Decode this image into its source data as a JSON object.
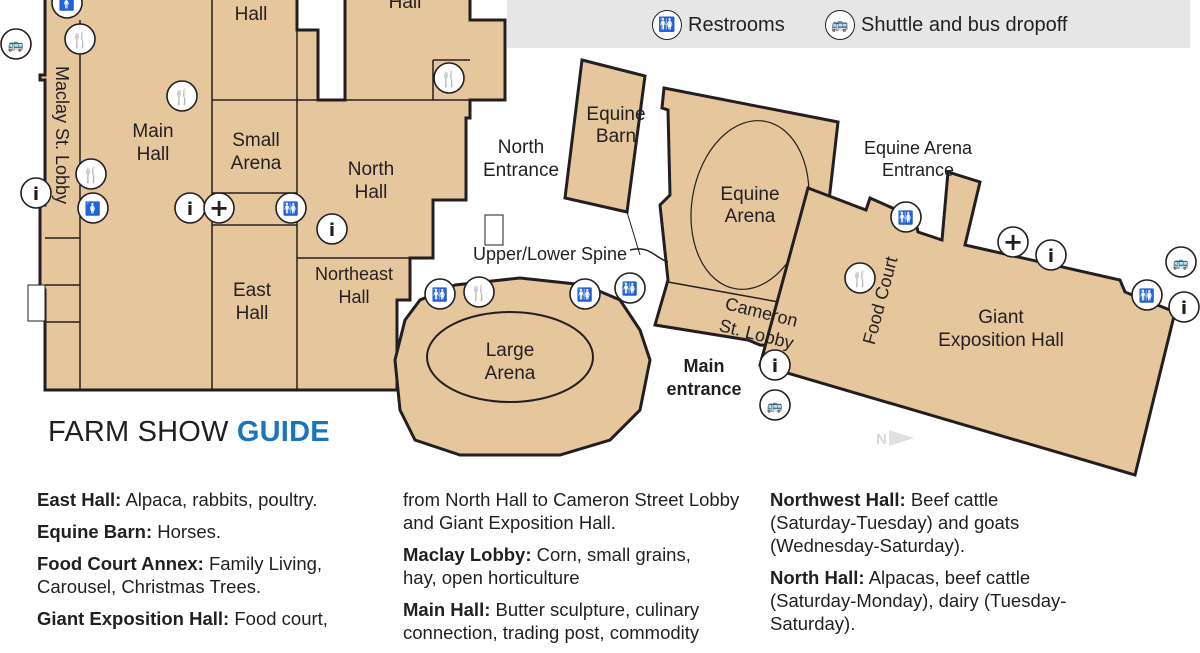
{
  "legend": {
    "restrooms": "Restrooms",
    "shuttle": "Shuttle and bus dropoff"
  },
  "map": {
    "northwest_hall_partial": "Hall",
    "north_annex_partial": "Hall",
    "maclay_lobby": "Maclay St. Lobby",
    "main_hall": [
      "Main",
      "Hall"
    ],
    "small_arena": [
      "Small",
      "Arena"
    ],
    "north_hall": [
      "North",
      "Hall"
    ],
    "east_hall": [
      "East",
      "Hall"
    ],
    "northeast_hall": [
      "Northeast",
      "Hall"
    ],
    "north_entrance": [
      "North",
      "Entrance"
    ],
    "spine": "Upper/Lower Spine",
    "large_arena": [
      "Large",
      "Arena"
    ],
    "equine_barn": [
      "Equine",
      "Barn"
    ],
    "equine_arena": [
      "Equine",
      "Arena"
    ],
    "equine_arena_entrance": [
      "Equine Arena",
      "Entrance"
    ],
    "cameron_lobby": [
      "Cameron",
      "St. Lobby"
    ],
    "main_entrance": [
      "Main",
      "entrance"
    ],
    "food_court": "Food Court",
    "giant_expo": [
      "Giant",
      "Exposition Hall"
    ],
    "north_arrow": "N"
  },
  "guide_title": {
    "prefix": "FARM SHOW",
    "highlight": "GUIDE"
  },
  "guide": {
    "col1": [
      {
        "name": "East Hall:",
        "text": "Alpaca, rabbits, poultry."
      },
      {
        "name": "Equine Barn:",
        "text": "Horses."
      },
      {
        "name": "Food Court Annex:",
        "text": "Family Living, Carousel, Christmas Trees."
      },
      {
        "name": "Giant Exposition Hall:",
        "text": "Food court,"
      }
    ],
    "col2_cont": "from North Hall to Cameron Street Lobby and Giant Exposition Hall.",
    "col2": [
      {
        "name": "Maclay Lobby:",
        "text": "Corn, small grains, hay, open horticulture"
      },
      {
        "name": "Main Hall:",
        "text": "Butter sculpture, culinary connection, trading post, commodity"
      }
    ],
    "col3": [
      {
        "name": "Northwest Hall:",
        "text": "Beef cattle (Saturday-Tuesday) and goats (Wednesday-Saturday)."
      },
      {
        "name": "North Hall:",
        "text": "Alpacas, beef cattle (Saturday-Monday), dairy (Tuesday-Saturday)."
      }
    ]
  },
  "colors": {
    "building": "#e6c69c",
    "accent": "#1a75bb",
    "legend_bg": "#e6e6e6"
  }
}
